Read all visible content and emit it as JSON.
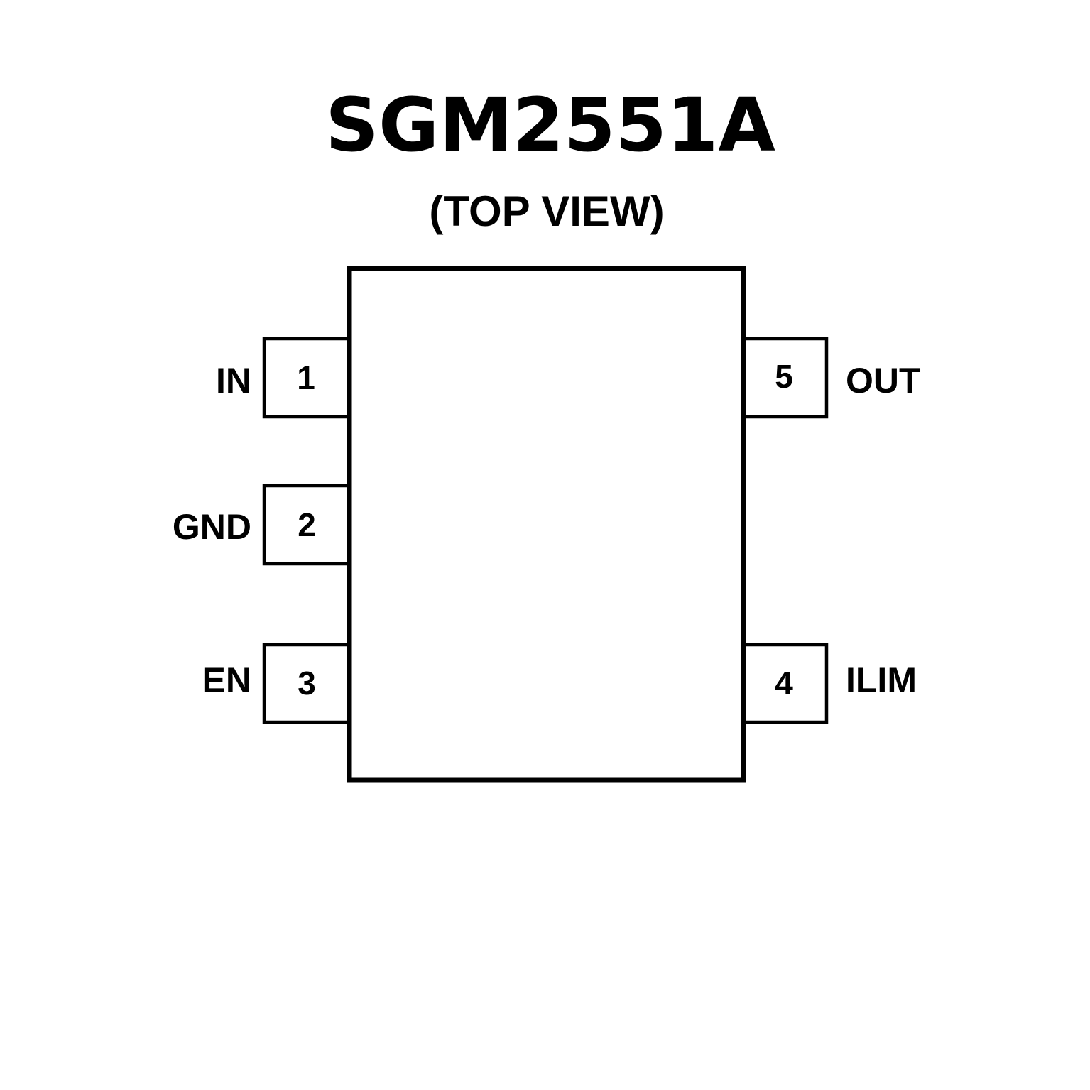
{
  "title": "SGM2551A",
  "subtitle": "(TOP VIEW)",
  "pins": {
    "p1": {
      "number": "1",
      "name": "IN"
    },
    "p2": {
      "number": "2",
      "name": "GND"
    },
    "p3": {
      "number": "3",
      "name": "EN"
    },
    "p4": {
      "number": "4",
      "name": "ILIM"
    },
    "p5": {
      "number": "5",
      "name": "OUT"
    }
  }
}
